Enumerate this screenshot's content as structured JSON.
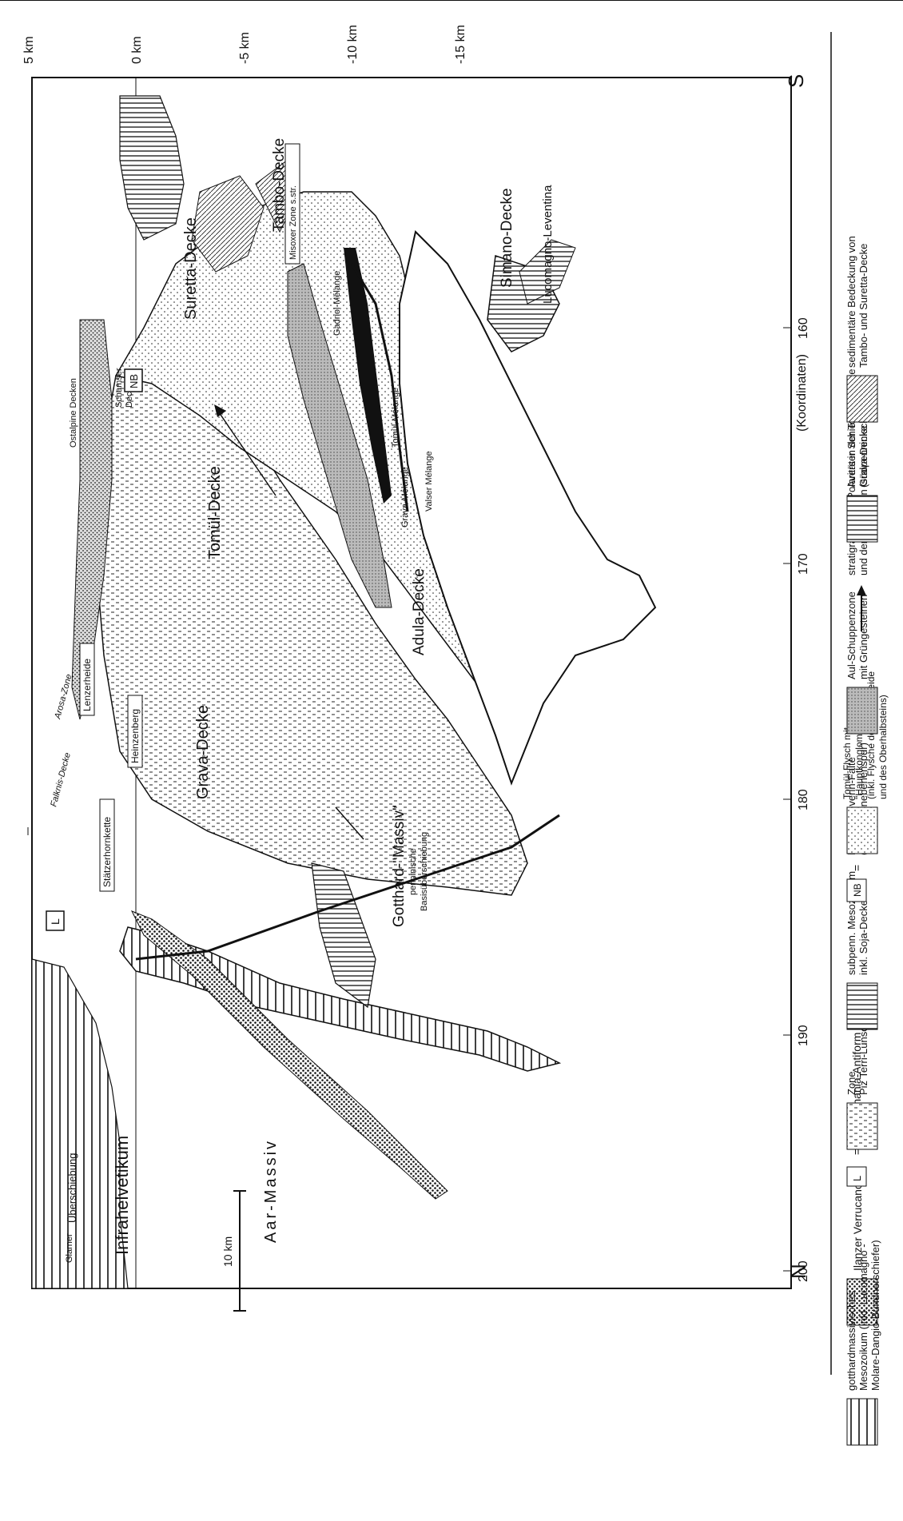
{
  "frame": {
    "north": "N",
    "south": "S",
    "koordinaten": "(Koordinaten)",
    "depth_ticks": [
      {
        "label": "5 km",
        "km": 5
      },
      {
        "label": "0 km",
        "km": 0
      },
      {
        "label": "-5 km",
        "km": -5
      },
      {
        "label": "-10 km",
        "km": -10
      },
      {
        "label": "-15 km",
        "km": -15
      }
    ],
    "coord_ticks": [
      {
        "label": "160",
        "value": 160
      },
      {
        "label": "170",
        "value": 170
      },
      {
        "label": "180",
        "value": 180
      },
      {
        "label": "190",
        "value": 190
      },
      {
        "label": "200",
        "value": 200
      }
    ],
    "scale_bar": "10 km"
  },
  "map_labels": {
    "infrahelvetikum": "Infrahelvetikum",
    "glarner": "Glarner",
    "ueberschiebung": "Überschiebung",
    "aar_massiv": "Aar-Massiv",
    "gotthard_massiv": "Gotthard-\"Massiv\"",
    "grava_decke": "Grava-Decke",
    "tomuel_decke": "Tomül-Decke",
    "adula_decke": "Adula-Decke",
    "suretta_decke": "Suretta-Decke",
    "tambo_decke": "Tambo-Decke",
    "simano_decke": "Simano-Decke",
    "lucomagno": "Lucomagno-Leventina",
    "ostalpine": "Ostalpine Decken",
    "schamser": "Schamser",
    "schamser2": "Decken",
    "arosa": "Arosa-Zone",
    "falknis": "Falknis-Decke",
    "penninische": "penninische",
    "basis": "Basisüberschiebung",
    "tomuel_melange": "Tomül-Mélange",
    "grava_melange": "Grava-Mélange",
    "valser_melange": "Valser Mélange",
    "gadriol": "Gadriol-Mélange",
    "misoxer": "Misoxer Zone s.str.",
    "lenzerheide": "Lenzerheide",
    "heinzenberg": "Heinzenberg",
    "staetzer": "Stätzerhornkette",
    "nb_box": "NB",
    "l_box": "L"
  },
  "legend": {
    "col1": [
      "gotthardmassivisches",
      "Mesozoikum (inkl. Lucomagno -",
      "Molare-Dangio-Bündnerschiefer)"
    ],
    "col1b": "Ilanzer  Verrucano",
    "col1c": "Lunschania-Antiform",
    "col2": [
      "Zone",
      "Piz  Terri-Lunschania"
    ],
    "col2b": [
      "subpenn. Mesozoikum",
      "inkl.  Soja-Decke"
    ],
    "col2c": [
      "Niemet-Beverin-Falte",
      "(mit Achsenebenenspur)"
    ],
    "col3": [
      "Tomül-Flysch  mit",
      "\"Hauptkonglomerat\"",
      "(inkl. Flysche der Lenzerheide",
      "und des Oberhalbsteins)"
    ],
    "col3b": [
      "Aul-Schuppenzone",
      "mit  Grüngesteinen"
    ],
    "col3c": [
      "stratigraphische  Polarität  in  der  Tomül-Decke",
      "und  der  nördlichen  Grava-Decke"
    ],
    "col4": [
      "Averser  Schiefer",
      "(südpenninisch)"
    ],
    "col4b": [
      "sedimentäre  Bedeckung  von",
      "Tambo-  und  Suretta-Decke"
    ],
    "equals": "="
  }
}
